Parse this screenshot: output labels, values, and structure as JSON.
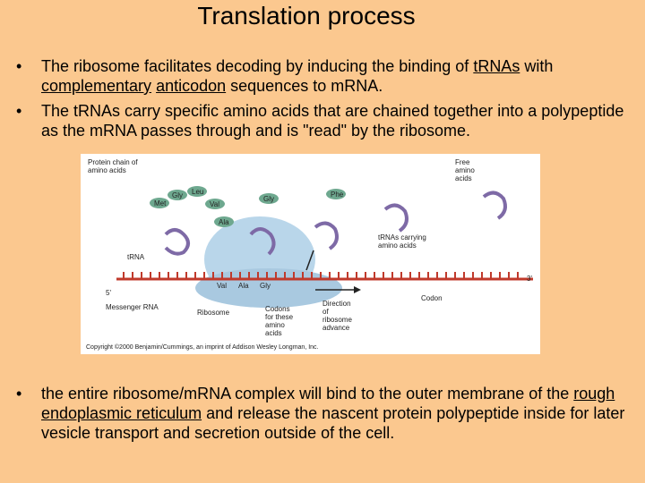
{
  "title": "Translation process",
  "bullets": [
    {
      "parts": [
        {
          "text": "The ribosome facilitates decoding by inducing the binding of "
        },
        {
          "text": "tRNAs",
          "underline": true
        },
        {
          "text": " with "
        },
        {
          "text": "complementary",
          "underline": true
        },
        {
          "text": " "
        },
        {
          "text": "anticodon",
          "underline": true
        },
        {
          "text": " sequences to mRNA."
        }
      ]
    },
    {
      "parts": [
        {
          "text": "The tRNAs carry specific amino acids that are chained together into a polypeptide as the mRNA passes through and is \"read\" by the ribosome."
        }
      ]
    }
  ],
  "bottom_bullet": {
    "parts": [
      {
        "text": "the entire ribosome/mRNA complex will bind to the outer membrane of the "
      },
      {
        "text": "rough endoplasmic reticulum",
        "underline": true
      },
      {
        "text": " and release the nascent protein polypeptide inside for later vesicle transport and secretion outside of the cell."
      }
    ]
  },
  "figure": {
    "labels": {
      "protein_chain": "Protein chain of",
      "protein_chain2": "amino acids",
      "free_amino": "Free",
      "free_amino2": "amino",
      "free_amino3": "acids",
      "trna": "tRNA",
      "trna_carrying": "tRNAs carrying",
      "trna_carrying2": "amino acids",
      "five_prime": "5'",
      "three_prime": "3'",
      "messenger_rna": "Messenger RNA",
      "ribosome": "Ribosome",
      "codons": "Codons",
      "codons2": "for these",
      "codons3": "amino",
      "codons4": "acids",
      "direction": "Direction",
      "direction2": "of",
      "direction3": "ribosome",
      "direction4": "advance",
      "codon": "Codon",
      "copyright": "Copyright ©2000 Benjamin/Cummings, an imprint of Addison Wesley Longman, Inc."
    },
    "amino_acids": {
      "met": "Met",
      "gly1": "Gly",
      "leu": "Leu",
      "val1": "Val",
      "ala1": "Ala",
      "gly2": "Gly",
      "phe": "Phe",
      "val2": "Val",
      "ala2": "Ala",
      "gly3": "Gly"
    },
    "colors": {
      "ribosome": "#b9d6ea",
      "amino_acid": "#6ea88f",
      "trna": "#7e6aa6",
      "mrna": "#c0392b"
    }
  }
}
